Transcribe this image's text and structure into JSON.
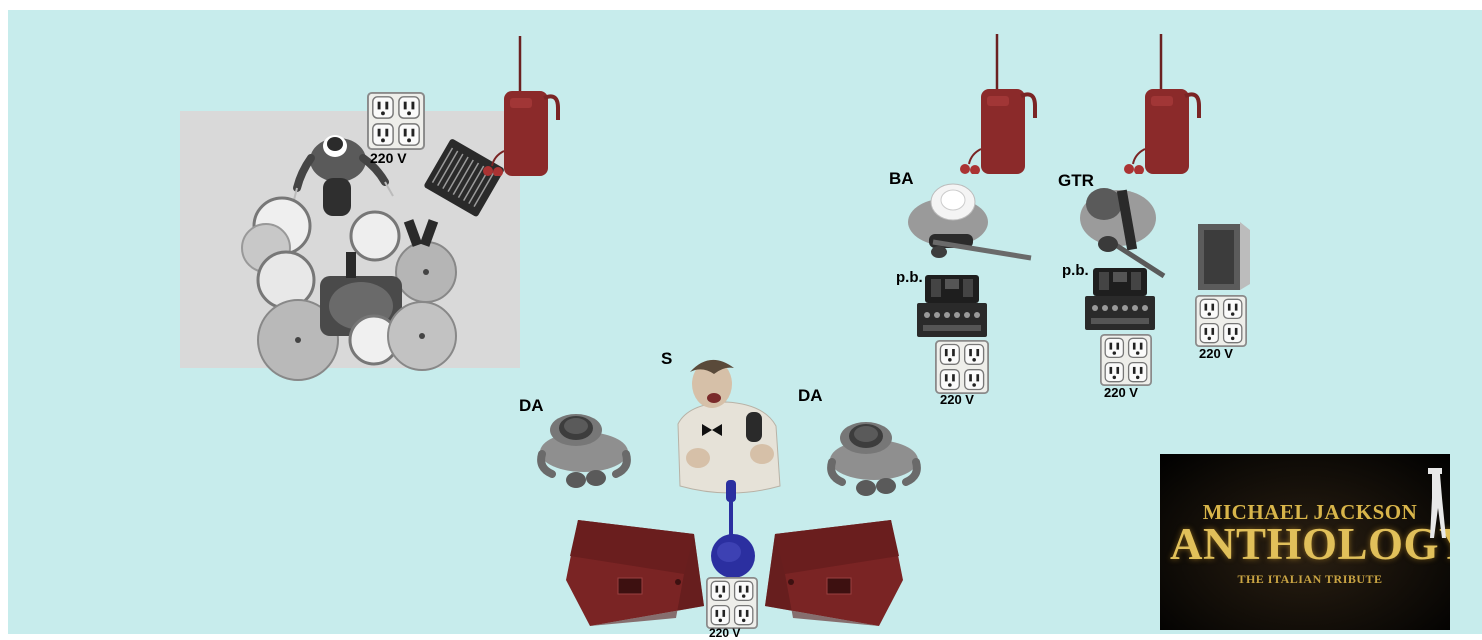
{
  "labels": {
    "bass": "BA",
    "guitar": "GTR",
    "pedalboard_bass": "p.b.",
    "pedalboard_guitar": "p.b.",
    "singer": "S",
    "dancer_left": "DA",
    "dancer_right": "DA"
  },
  "voltage": {
    "drums": "220 V",
    "bass": "220 V",
    "guitar": "220 V",
    "laptop": "220 V",
    "singer": "220 V"
  },
  "logo": {
    "line1": "MICHAEL JACKSON",
    "line2": "ANTHOLOGY",
    "line3": "THE ITALIAN TRIBUTE"
  },
  "colors": {
    "stage_background": "#c7ecec",
    "drum_riser": "#d9d9d9",
    "in_ear_pack": "#8b2a2a",
    "monitor_wedge": "#7a2424",
    "mic_stand": "#2b2fa0",
    "logo_gold": "#d8b54a"
  },
  "icons": [
    "drummer-icon",
    "drum-kit-icon",
    "mixer-icon",
    "in-ear-transmitter-icon",
    "bassist-icon",
    "guitarist-icon",
    "pedalboard-icon",
    "laptop-icon",
    "singer-icon",
    "dancer-icon",
    "mic-stand-icon",
    "monitor-wedge-icon",
    "power-outlet-icon",
    "silhouette-icon"
  ]
}
